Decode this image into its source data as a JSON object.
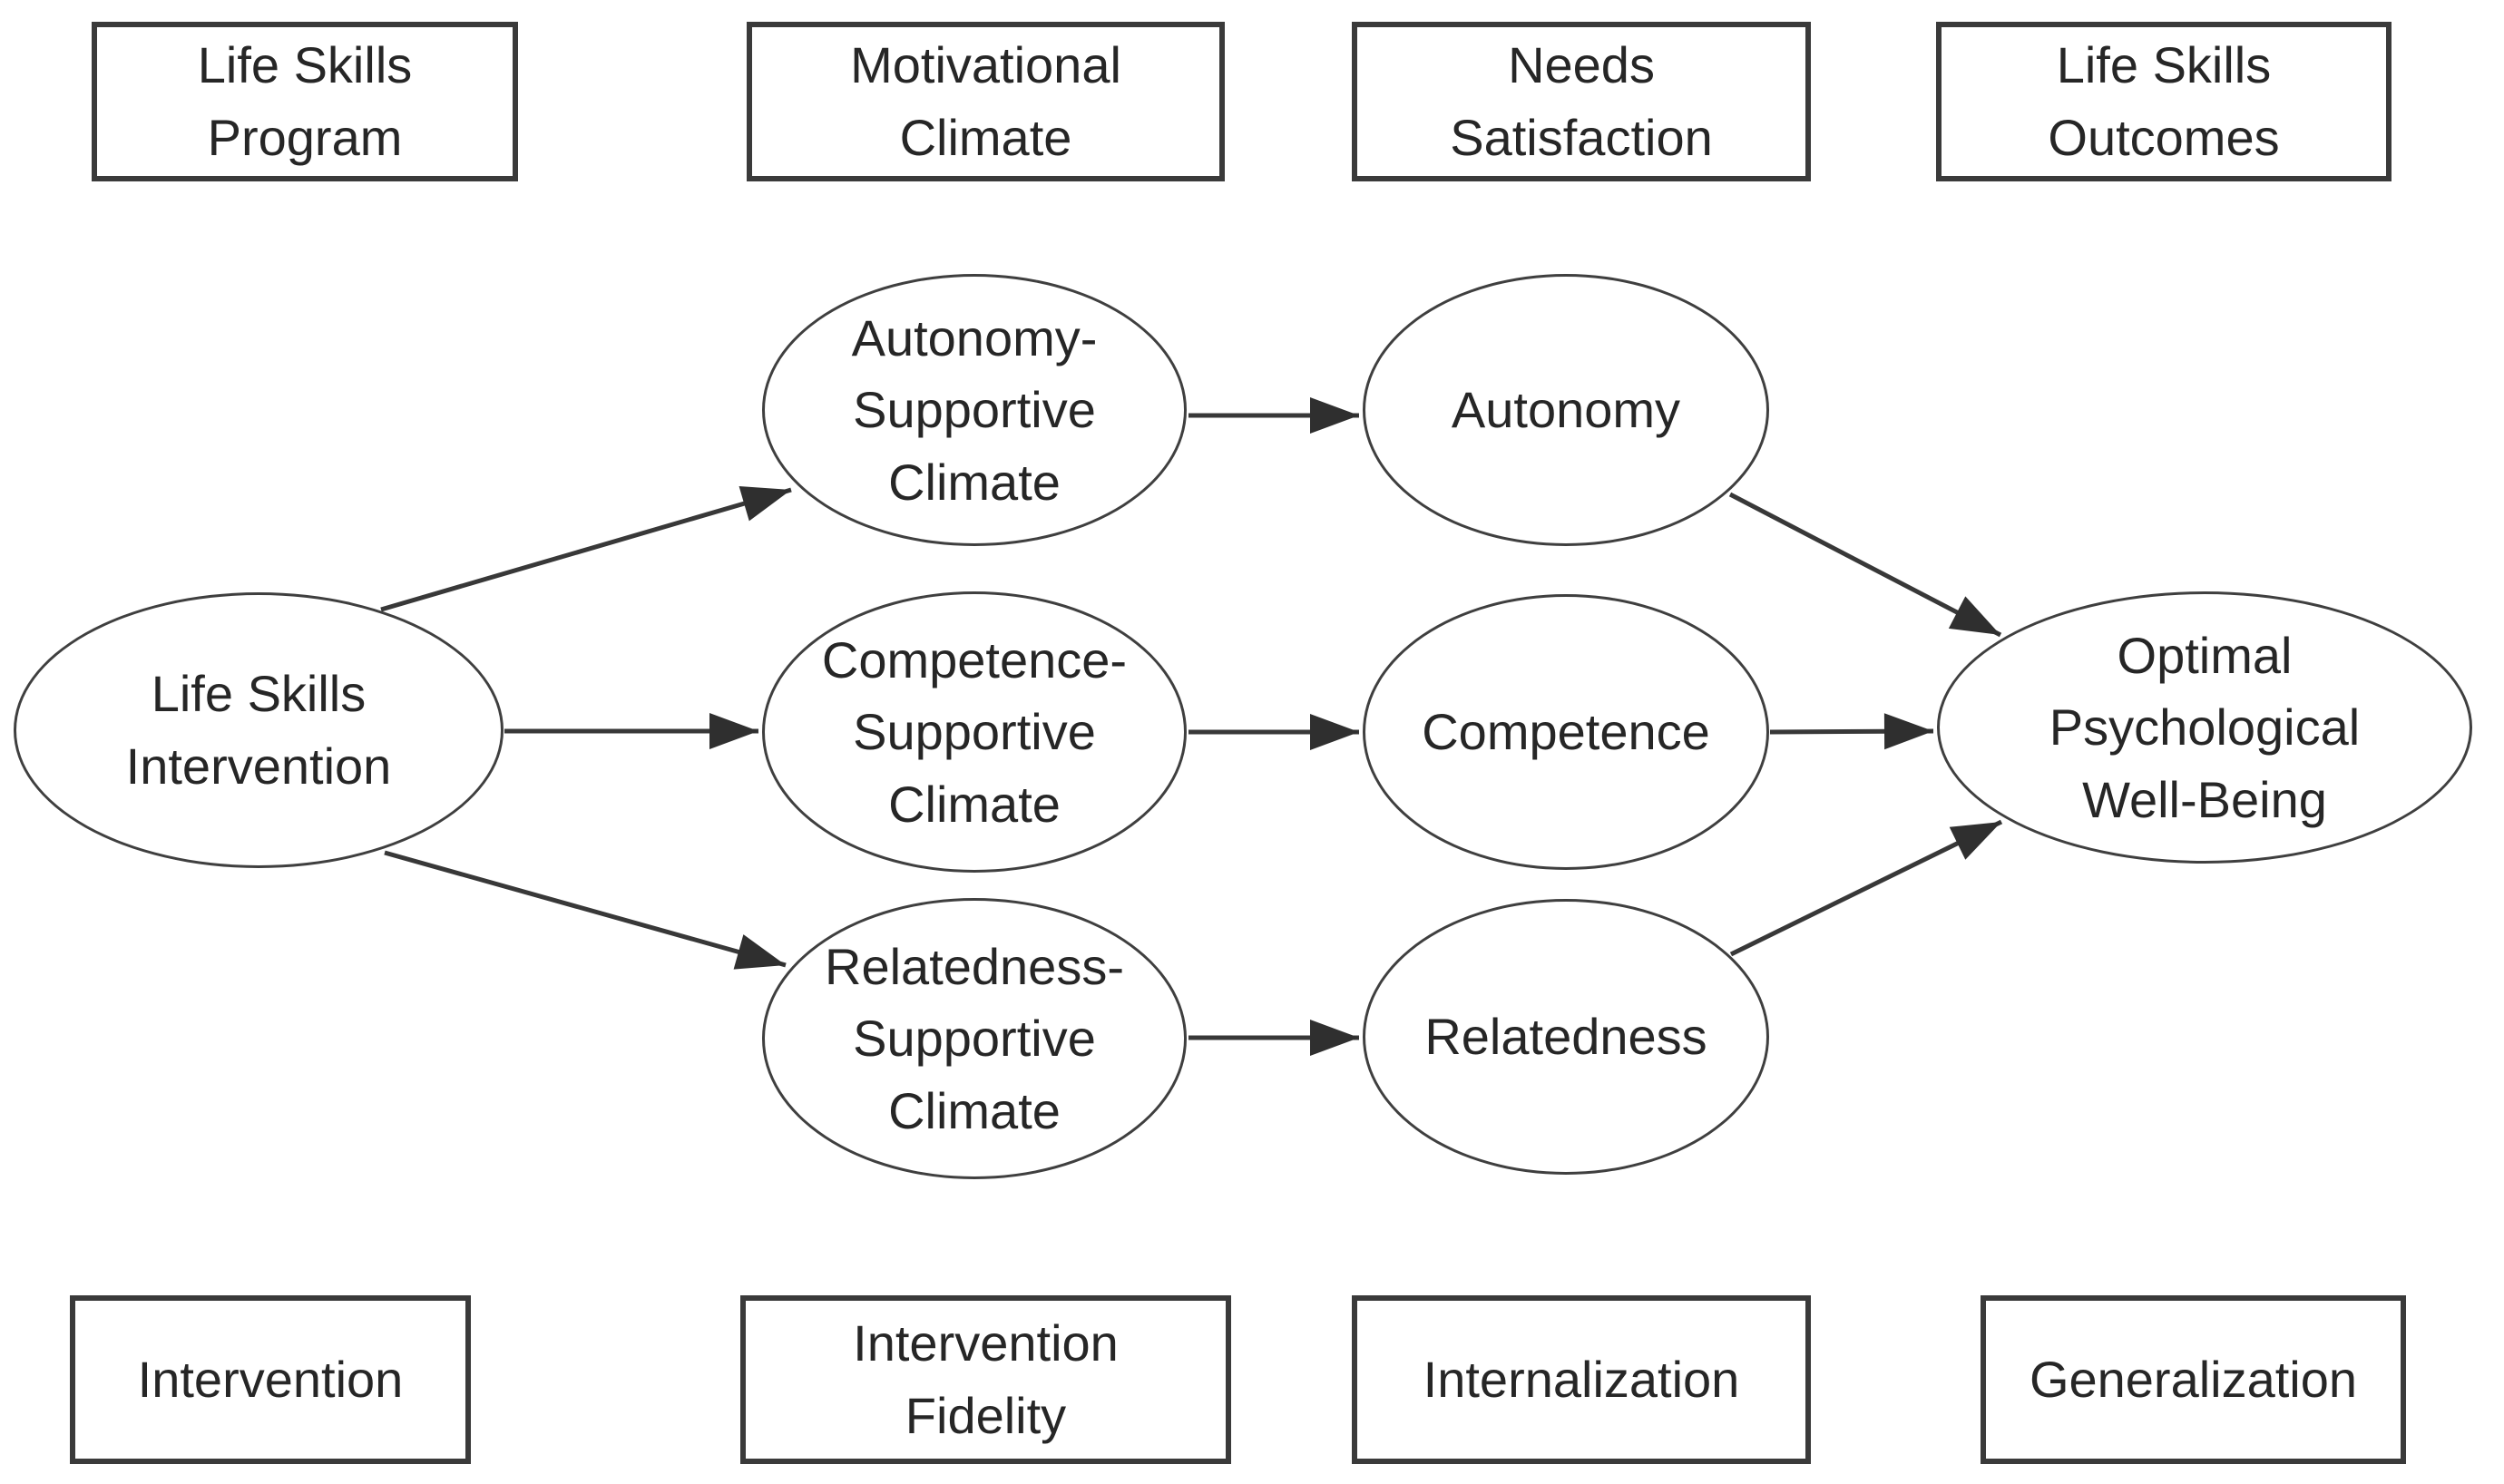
{
  "colors": {
    "background": "#ffffff",
    "stroke": "#3a3a3a",
    "text": "#262626"
  },
  "header_row": [
    {
      "label": "Life Skills\nProgram"
    },
    {
      "label": "Motivational\nClimate"
    },
    {
      "label": "Needs\nSatisfaction"
    },
    {
      "label": "Life Skills\nOutcomes"
    }
  ],
  "nodes": {
    "life_skills_intervention": {
      "label": "Life Skills\nIntervention"
    },
    "autonomy_supportive_climate": {
      "label": "Autonomy-\nSupportive\nClimate"
    },
    "autonomy": {
      "label": "Autonomy"
    },
    "competence_supportive_climate": {
      "label": "Competence-\nSupportive\nClimate"
    },
    "competence": {
      "label": "Competence"
    },
    "relatedness_supportive_climate": {
      "label": "Relatedness-\nSupportive\nClimate"
    },
    "relatedness": {
      "label": "Relatedness"
    },
    "optimal_psychological_well_being": {
      "label": "Optimal\nPsychological\nWell-Being"
    }
  },
  "footer_row": [
    {
      "label": "Intervention"
    },
    {
      "label": "Intervention\nFidelity"
    },
    {
      "label": "Internalization"
    },
    {
      "label": "Generalization"
    }
  ],
  "edges": [
    {
      "from": "life_skills_intervention",
      "to": "autonomy_supportive_climate"
    },
    {
      "from": "life_skills_intervention",
      "to": "competence_supportive_climate"
    },
    {
      "from": "life_skills_intervention",
      "to": "relatedness_supportive_climate"
    },
    {
      "from": "autonomy_supportive_climate",
      "to": "autonomy"
    },
    {
      "from": "competence_supportive_climate",
      "to": "competence"
    },
    {
      "from": "relatedness_supportive_climate",
      "to": "relatedness"
    },
    {
      "from": "autonomy",
      "to": "optimal_psychological_well_being"
    },
    {
      "from": "competence",
      "to": "optimal_psychological_well_being"
    },
    {
      "from": "relatedness",
      "to": "optimal_psychological_well_being"
    }
  ]
}
